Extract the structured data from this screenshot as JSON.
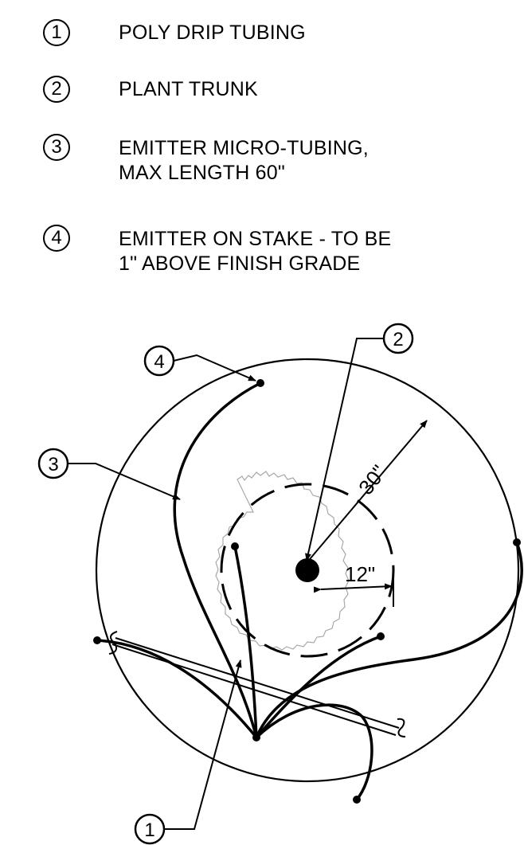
{
  "legend": [
    {
      "number": "1",
      "lines": [
        "POLY DRIP TUBING"
      ]
    },
    {
      "number": "2",
      "lines": [
        "PLANT TRUNK"
      ]
    },
    {
      "number": "3",
      "lines": [
        "EMITTER MICRO-TUBING,",
        "MAX LENGTH 60\""
      ]
    },
    {
      "number": "4",
      "lines": [
        "EMITTER ON STAKE - TO BE",
        "1\" ABOVE FINISH GRADE"
      ]
    }
  ],
  "diagram": {
    "callouts": {
      "c1": "1",
      "c2": "2",
      "c3": "3",
      "c4": "4"
    },
    "dimensions": {
      "outer_radius": "30\"",
      "inner_radius": "12\""
    }
  }
}
